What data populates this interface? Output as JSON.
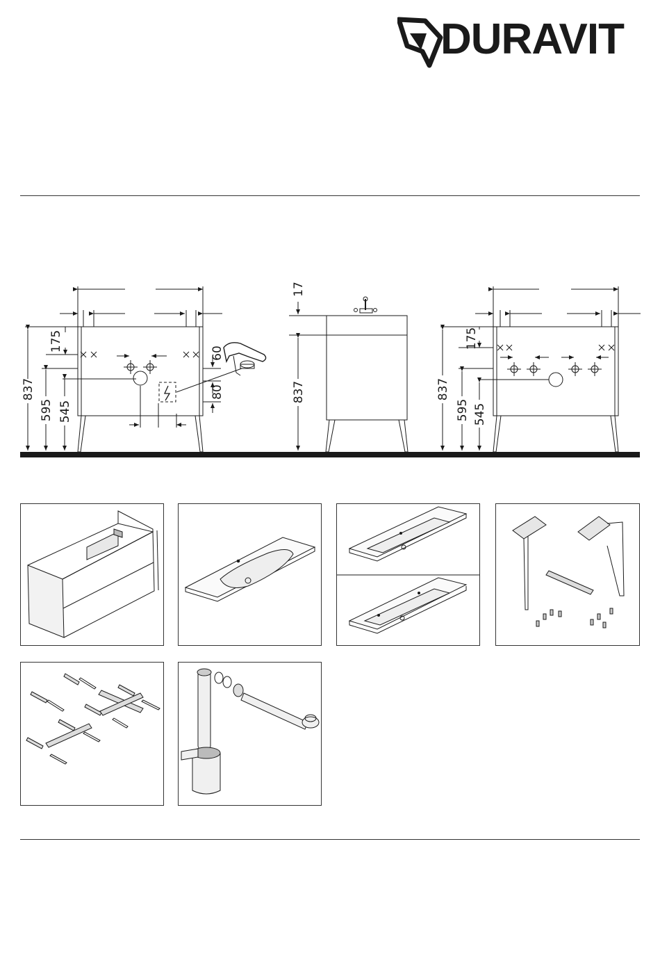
{
  "brand": {
    "name": "DURAVIT"
  },
  "dimensions": {
    "front_left": [
      "175",
      "60",
      "80",
      "837",
      "595",
      "545"
    ],
    "side": [
      "17",
      "837"
    ],
    "front_right": [
      "175",
      "837",
      "595",
      "545"
    ]
  },
  "components": [
    {
      "name": "vanity-unit-icon"
    },
    {
      "name": "washbasin-icon"
    },
    {
      "name": "washbasin-variants-icon"
    },
    {
      "name": "leg-brackets-icon"
    },
    {
      "name": "fixing-set-icon"
    },
    {
      "name": "siphon-icon"
    }
  ]
}
